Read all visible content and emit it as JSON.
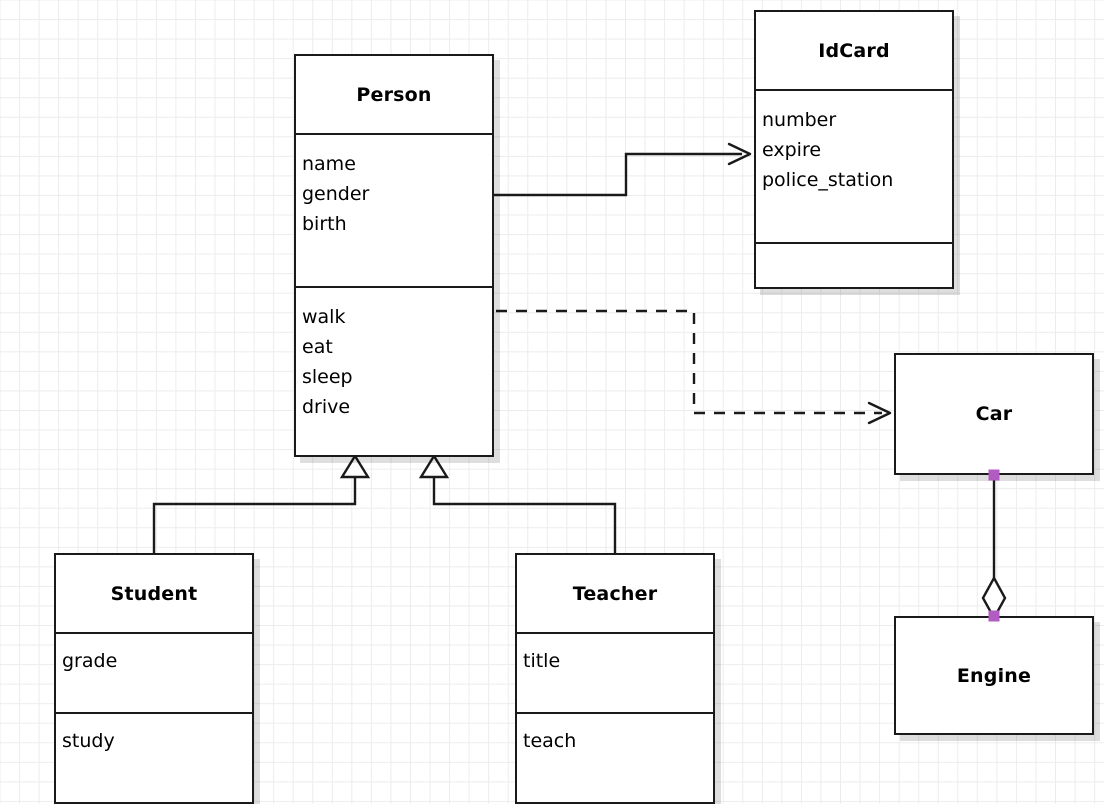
{
  "diagram": {
    "kind": "uml-class-diagram",
    "background": "#ffffff",
    "grid_color": "#ececec",
    "line_color": "#1a1a1a",
    "handle_color": "#b05cc0",
    "classes": [
      {
        "id": "person",
        "name": "Person",
        "attributes": [
          "name",
          "gender",
          "birth"
        ],
        "methods": [
          "walk",
          "eat",
          "sleep",
          "drive"
        ]
      },
      {
        "id": "idcard",
        "name": "IdCard",
        "attributes": [
          "number",
          "expire",
          "police_station"
        ],
        "methods": []
      },
      {
        "id": "student",
        "name": "Student",
        "attributes": [
          "grade"
        ],
        "methods": [
          "study"
        ]
      },
      {
        "id": "teacher",
        "name": "Teacher",
        "attributes": [
          "title"
        ],
        "methods": [
          "teach"
        ]
      },
      {
        "id": "car",
        "name": "Car",
        "attributes": [],
        "methods": []
      },
      {
        "id": "engine",
        "name": "Engine",
        "attributes": [],
        "methods": []
      }
    ],
    "relations": [
      {
        "id": "person-idcard",
        "type": "association",
        "from": "person",
        "to": "idcard",
        "style": "solid",
        "arrow": "open"
      },
      {
        "id": "person-car",
        "type": "dependency",
        "from": "person",
        "to": "car",
        "style": "dashed",
        "arrow": "open"
      },
      {
        "id": "student-person",
        "type": "generalization",
        "from": "student",
        "to": "person",
        "style": "solid",
        "arrow": "hollow-triangle"
      },
      {
        "id": "teacher-person",
        "type": "generalization",
        "from": "teacher",
        "to": "person",
        "style": "solid",
        "arrow": "hollow-triangle"
      },
      {
        "id": "car-engine",
        "type": "aggregation",
        "from": "car",
        "to": "engine",
        "style": "solid",
        "arrow": "hollow-diamond",
        "selected": true
      }
    ]
  }
}
